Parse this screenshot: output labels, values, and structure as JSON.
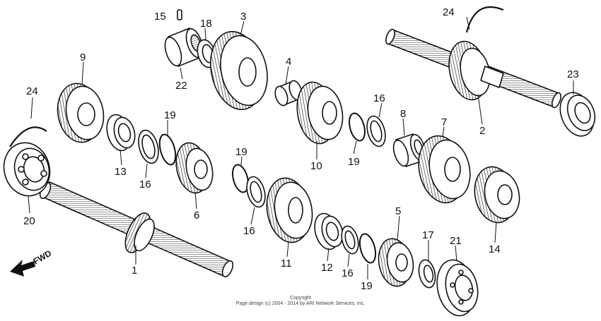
{
  "diagram": {
    "labels": [
      "1",
      "2",
      "3",
      "4",
      "5",
      "6",
      "7",
      "8",
      "9",
      "10",
      "11",
      "12",
      "13",
      "14",
      "15",
      "16",
      "16",
      "16",
      "16",
      "17",
      "18",
      "19",
      "19",
      "19",
      "19",
      "20",
      "21",
      "22",
      "23",
      "24",
      "24"
    ],
    "forward_label": "FWD",
    "copyright_line1": "Copyright",
    "copyright_line2": "Page design (c) 2004 - 2014 by ARI Network Services, Inc.",
    "colors": {
      "ink": "#111111",
      "background": "#ffffff"
    }
  }
}
